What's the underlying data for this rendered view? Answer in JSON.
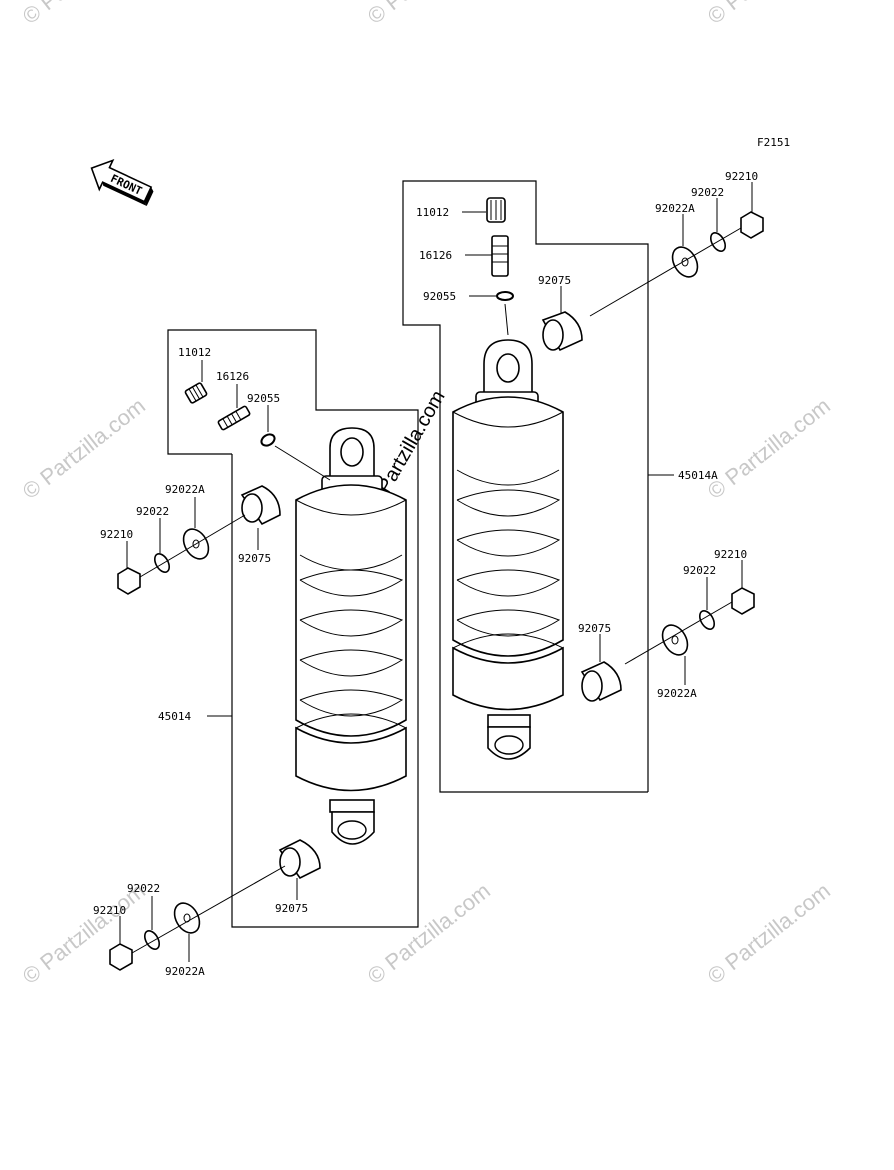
{
  "figure_code": "F2151",
  "front_label": "FRONT",
  "watermark": "© Partzilla.com",
  "labels": {
    "left": {
      "cap": "11012",
      "valve": "16126",
      "oring": "92055",
      "washer_a_top": "92022A",
      "washer_top": "92022",
      "nut_top": "92210",
      "bushing_top": "92075",
      "assembly": "45014",
      "washer_bottom": "92022",
      "nut_bottom": "92210",
      "bushing_bottom": "92075",
      "washer_a_bottom": "92022A"
    },
    "right": {
      "cap": "11012",
      "valve": "16126",
      "oring": "92055",
      "bushing_top": "92075",
      "nut_top": "92210",
      "washer_top": "92022",
      "washer_a_top": "92022A",
      "assembly": "45014A",
      "nut_bottom": "92210",
      "washer_bottom": "92022",
      "bushing_bottom": "92075",
      "washer_a_bottom": "92022A"
    }
  }
}
